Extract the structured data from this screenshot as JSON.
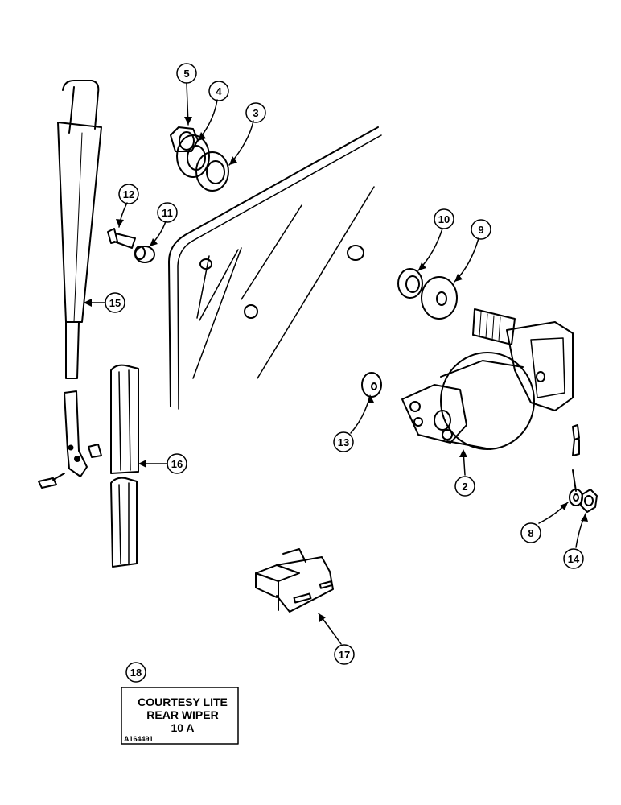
{
  "callouts": {
    "c2": "2",
    "c3": "3",
    "c4": "4",
    "c5": "5",
    "c8": "8",
    "c9": "9",
    "c10": "10",
    "c11": "11",
    "c12": "12",
    "c13": "13",
    "c14": "14",
    "c15": "15",
    "c16": "16",
    "c17": "17",
    "c18": "18"
  },
  "label": {
    "line1": "COURTESY LITE",
    "line2": "REAR WIPER",
    "line3": "10 A",
    "ref": "A164491"
  }
}
